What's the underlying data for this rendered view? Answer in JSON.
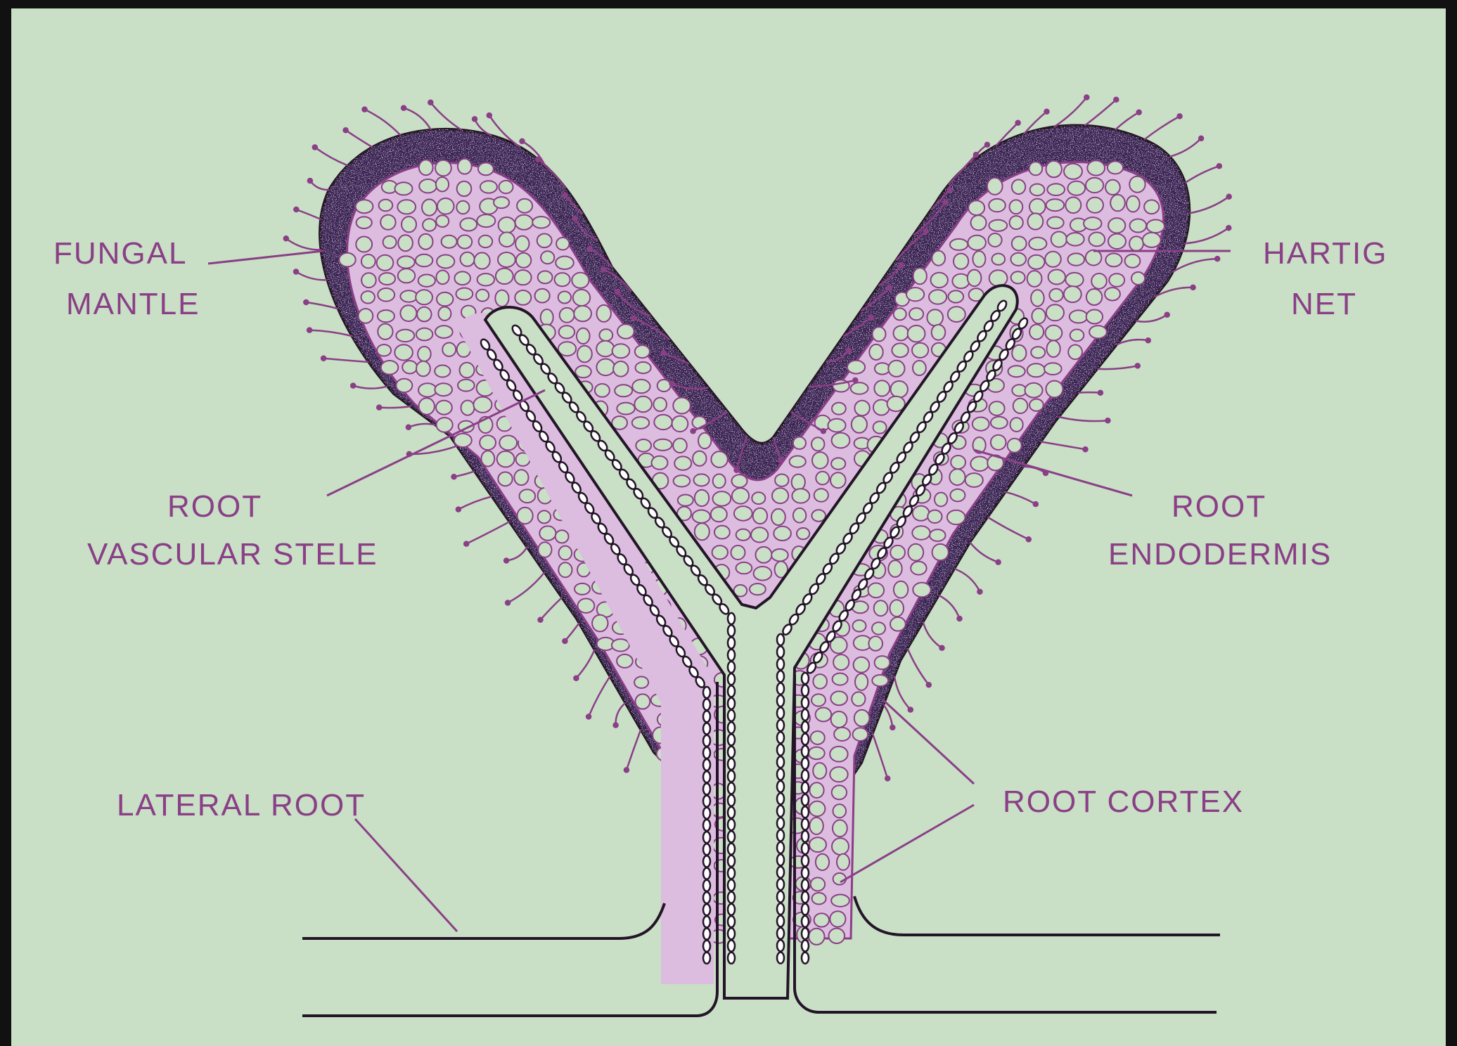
{
  "diagram": {
    "labels": {
      "fungal_mantle_1": "FUNGAL",
      "fungal_mantle_2": "MANTLE",
      "hartig_net_1": "HARTIG",
      "hartig_net_2": "NET",
      "root_vascular_stele_1": "ROOT",
      "root_vascular_stele_2": "VASCULAR  STELE",
      "root_endodermis_1": "ROOT",
      "root_endodermis_2": "ENDODERMIS",
      "lateral_root": "LATERAL  ROOT",
      "root_cortex": "ROOT  CORTEX"
    },
    "colors": {
      "background": "#c9dfc6",
      "frame": "#111111",
      "label_text": "#8a3f86",
      "leader_line": "#8a3f86",
      "mantle_fill": "#3a2552",
      "mantle_speckle": "#c7a8d8",
      "cortex_fill": "#dcbde0",
      "cell_wall": "#8a3f86",
      "cell_interior": "#c9dfc6",
      "endodermis_cell": "#ffffff",
      "outline": "#231527",
      "hyphae": "#8a3f86"
    }
  }
}
